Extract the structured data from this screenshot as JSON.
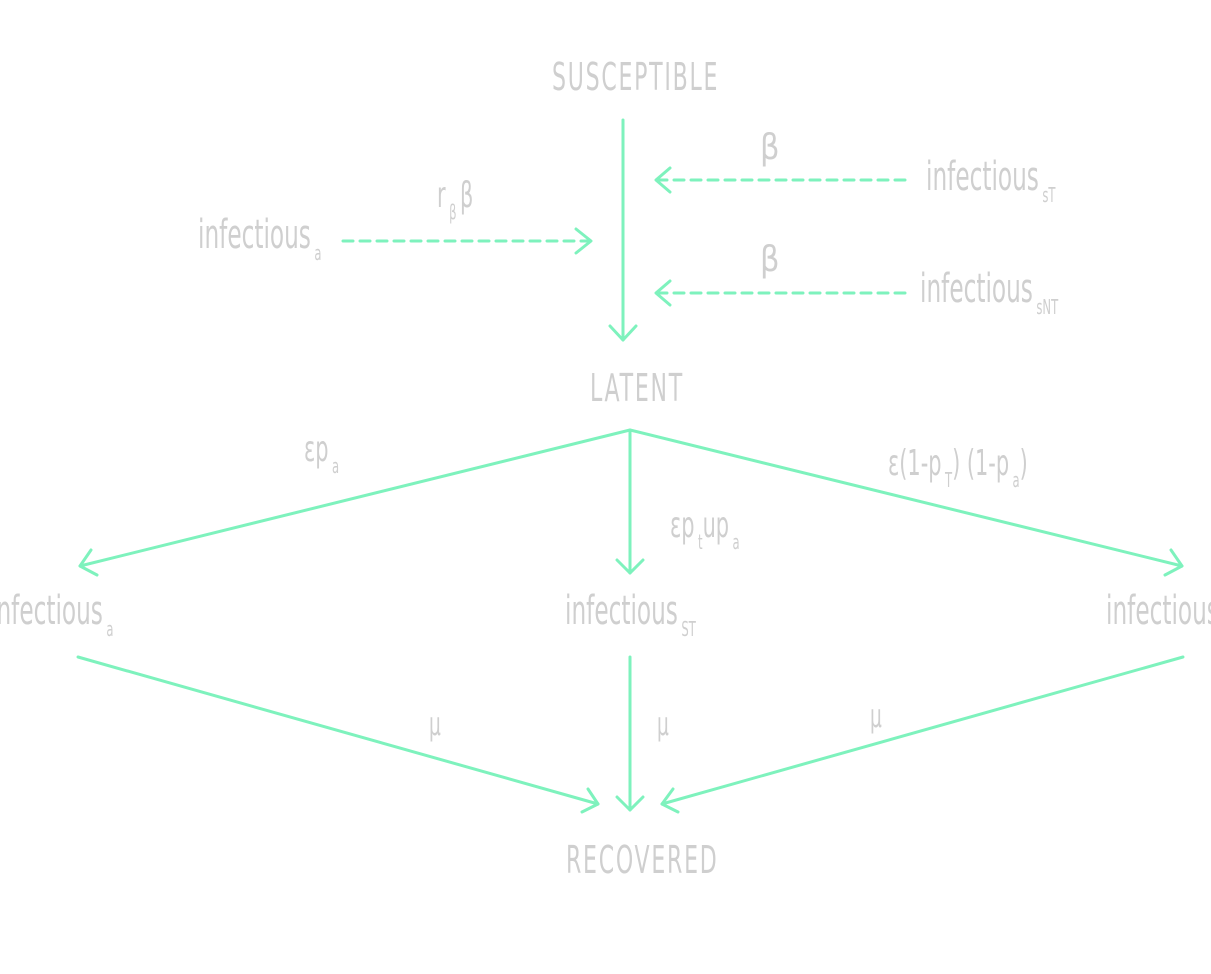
{
  "diagram": {
    "colors": {
      "arrow": "#7ef2bd",
      "text": "#cfcfcf",
      "background": "#ffffff"
    },
    "nodes": {
      "susceptible": "SUSCEPTIBLE",
      "latent": "LATENT",
      "recovered": "RECOVERED",
      "source_asym": {
        "name": "infectious",
        "sub": "a"
      },
      "source_st": {
        "name": "infectious",
        "sub": "sT"
      },
      "source_snt": {
        "name": "infectious",
        "sub": "sNT"
      },
      "infectious_a": {
        "name": "infectious",
        "sub": "a"
      },
      "infectious_st": {
        "name": "infectious",
        "sub": "ST"
      },
      "infectious_snt": {
        "name": "infectious",
        "sub": ""
      }
    },
    "rates": {
      "beta_st": "β",
      "beta_snt": "β",
      "rbeta": {
        "r": "r",
        "sub": "β",
        "beta": "β"
      },
      "eps_pa": {
        "main": "εp",
        "sub": "a"
      },
      "eps_st": {
        "main": "εp",
        "sub1": "t",
        "mid": "up",
        "sub2": "a"
      },
      "eps_snt": {
        "pre": "ε(1-p",
        "sub1": "T",
        "mid": ") (1-p",
        "sub2": "a",
        "post": ")"
      },
      "mu_a": "μ",
      "mu_st": "μ",
      "mu_snt": "μ"
    }
  }
}
